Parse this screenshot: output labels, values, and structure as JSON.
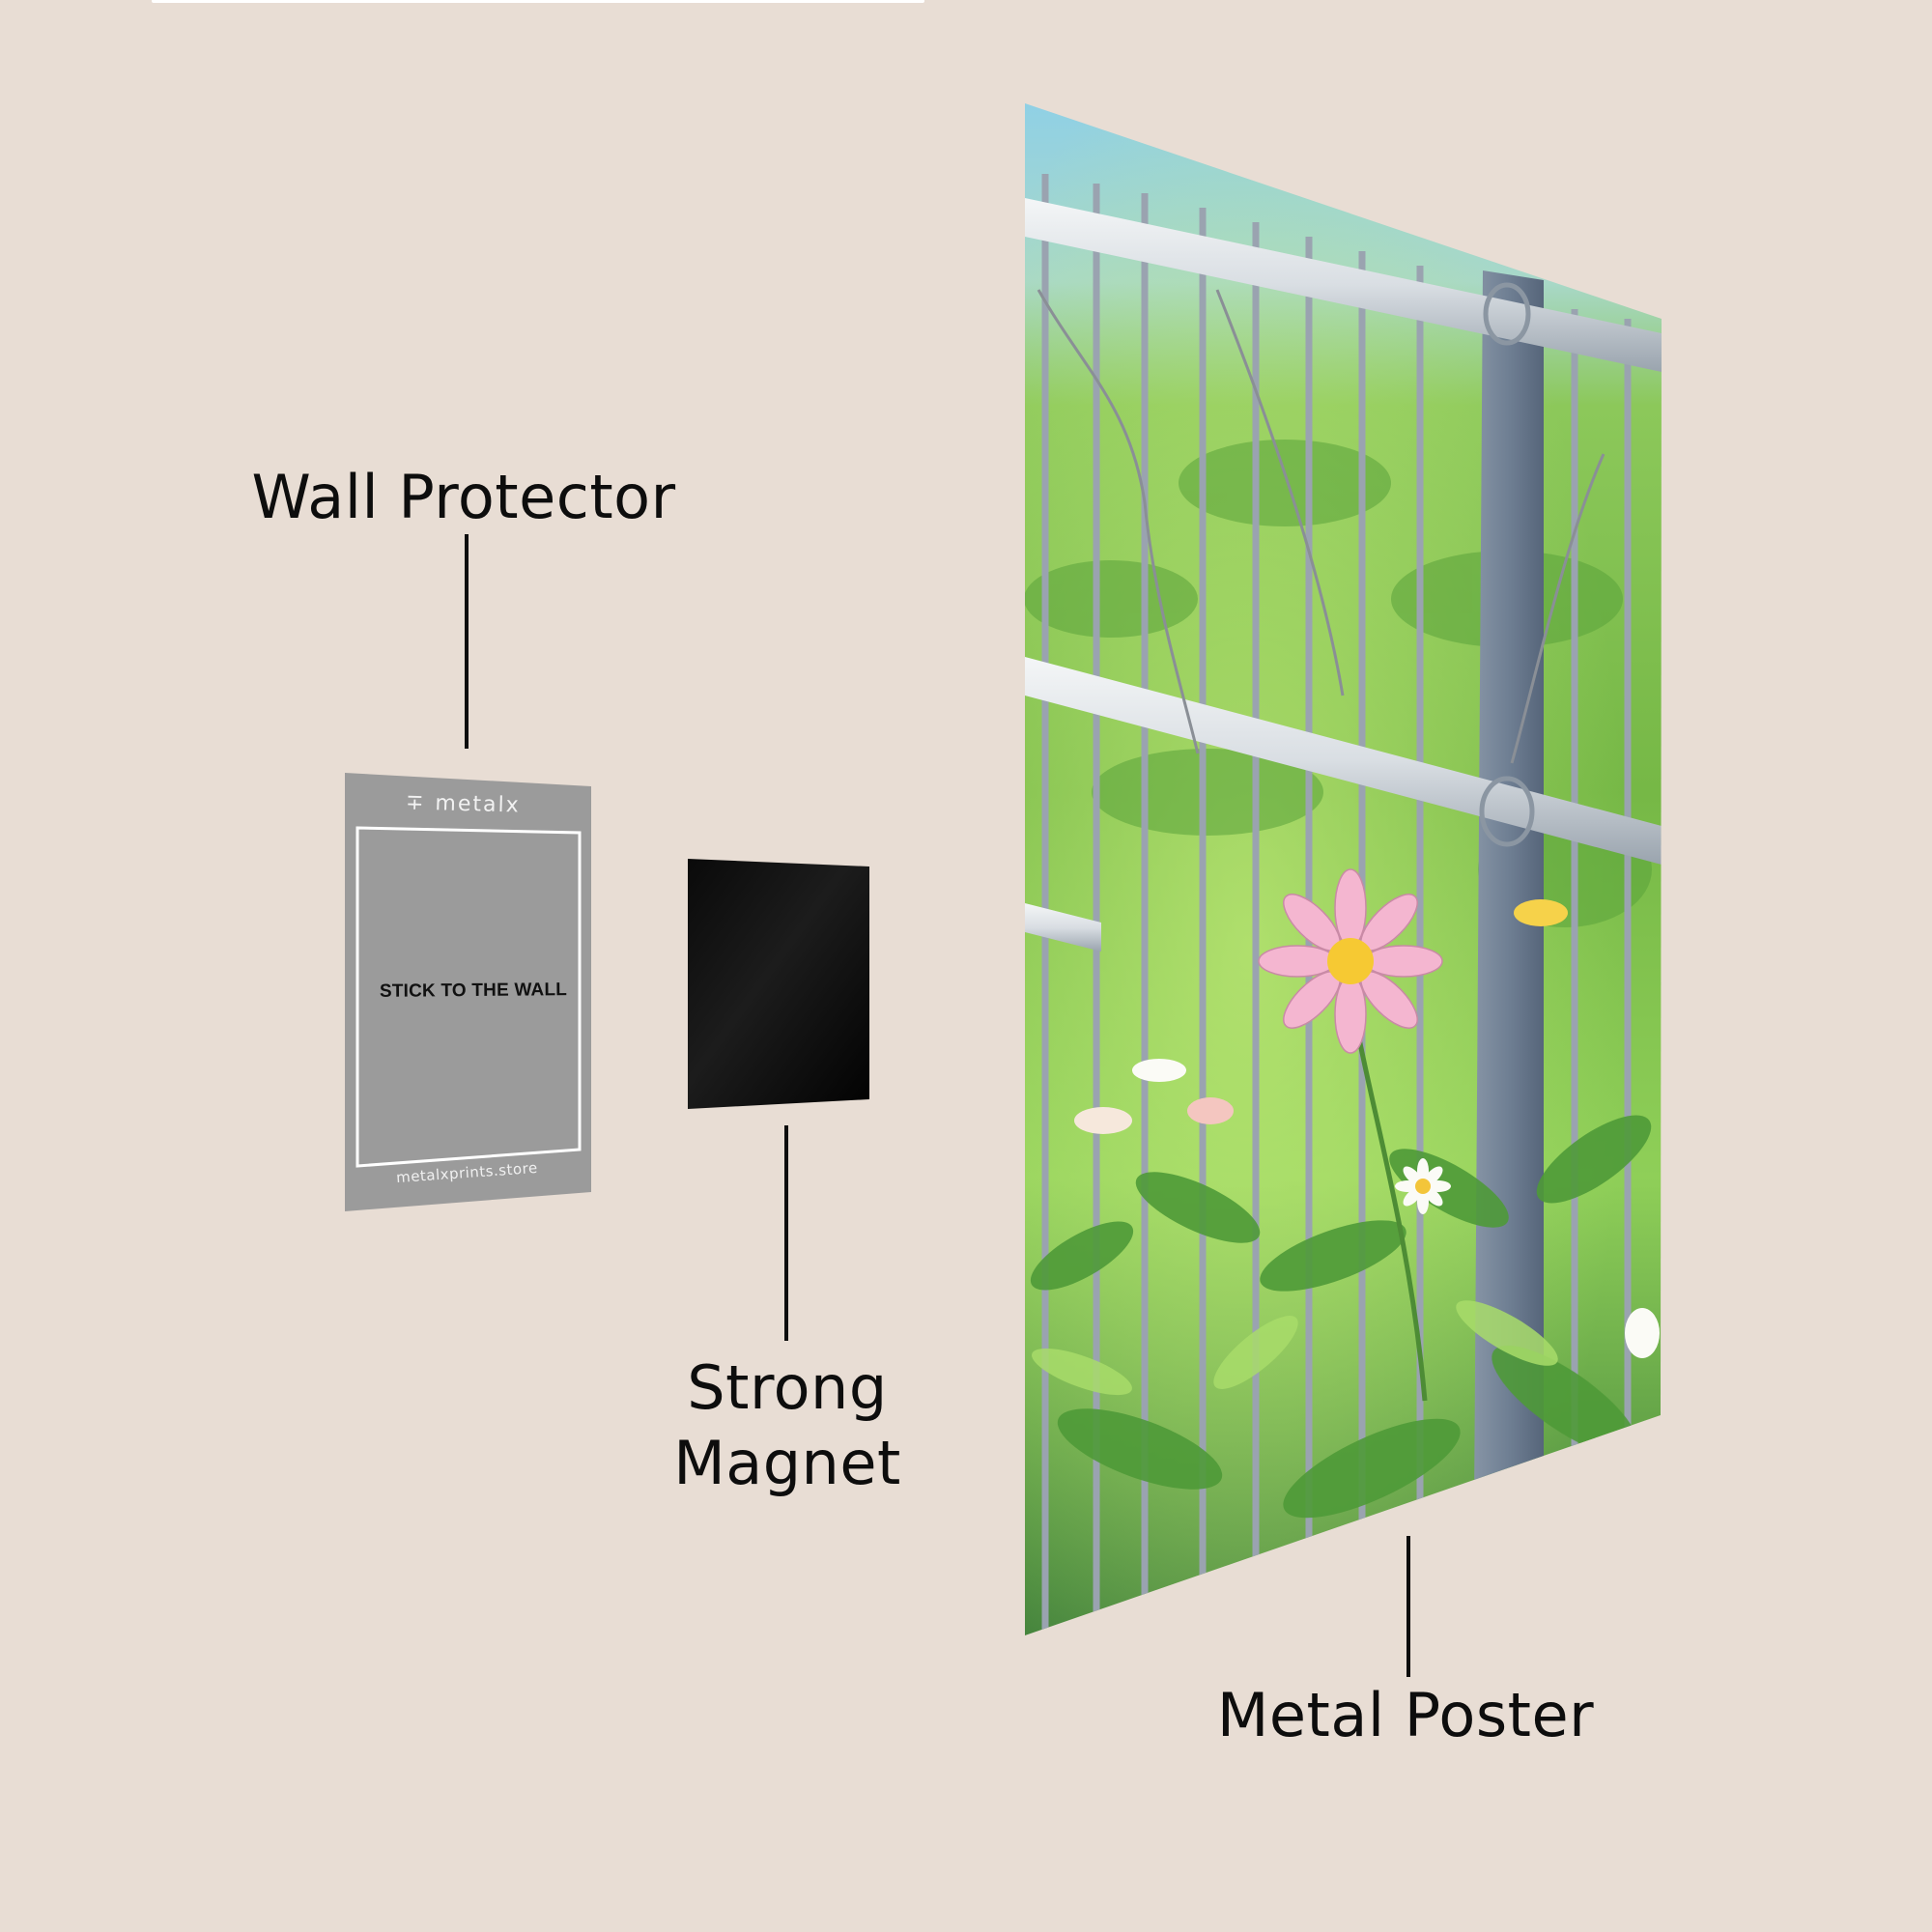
{
  "page": {
    "background_color": "#e8ddd4",
    "text_color": "#0d0d0d"
  },
  "labels": {
    "wall_protector": "Wall Protector",
    "strong_magnet_line1": "Strong",
    "strong_magnet_line2": "Magnet",
    "metal_poster": "Metal Poster"
  },
  "wall_protector": {
    "brand": "metalx",
    "brand_icon": "metalx-logo-icon",
    "instruction": "STICK TO THE WALL",
    "url": "metalxprints.store",
    "color": "#9b9b9b"
  },
  "magnet": {
    "color": "#050505"
  },
  "poster": {
    "artwork": "anime-style metal fence with pink daisy and green foliage",
    "sky_color": "#8ccfe6",
    "grass_color": "#7fc24a",
    "flower_color": "#f2b6d0",
    "flower_center_color": "#f6c933"
  }
}
